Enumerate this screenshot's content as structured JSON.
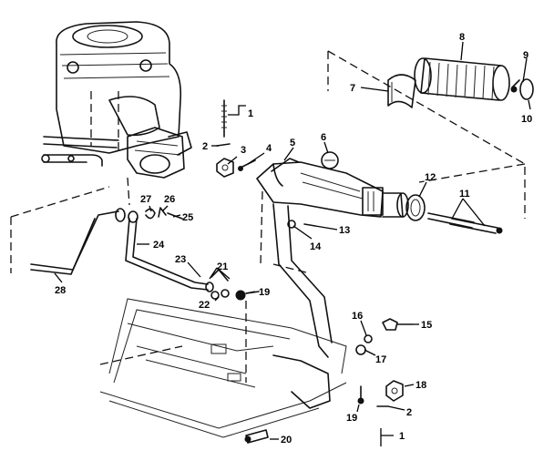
{
  "callouts": {
    "c1a": "1",
    "c1b": "1",
    "c2a": "2",
    "c2b": "2",
    "c3": "3",
    "c4": "4",
    "c5": "5",
    "c6": "6",
    "c7": "7",
    "c8": "8",
    "c9": "9",
    "c10": "10",
    "c11": "11",
    "c12": "12",
    "c13": "13",
    "c14": "14",
    "c15": "15",
    "c16": "16",
    "c17": "17",
    "c18": "18",
    "c19a": "19",
    "c19b": "19",
    "c20": "20",
    "c21": "21",
    "c22": "22",
    "c23": "23",
    "c24": "24",
    "c25": "25",
    "c26": "26",
    "c27": "27",
    "c28": "28"
  }
}
